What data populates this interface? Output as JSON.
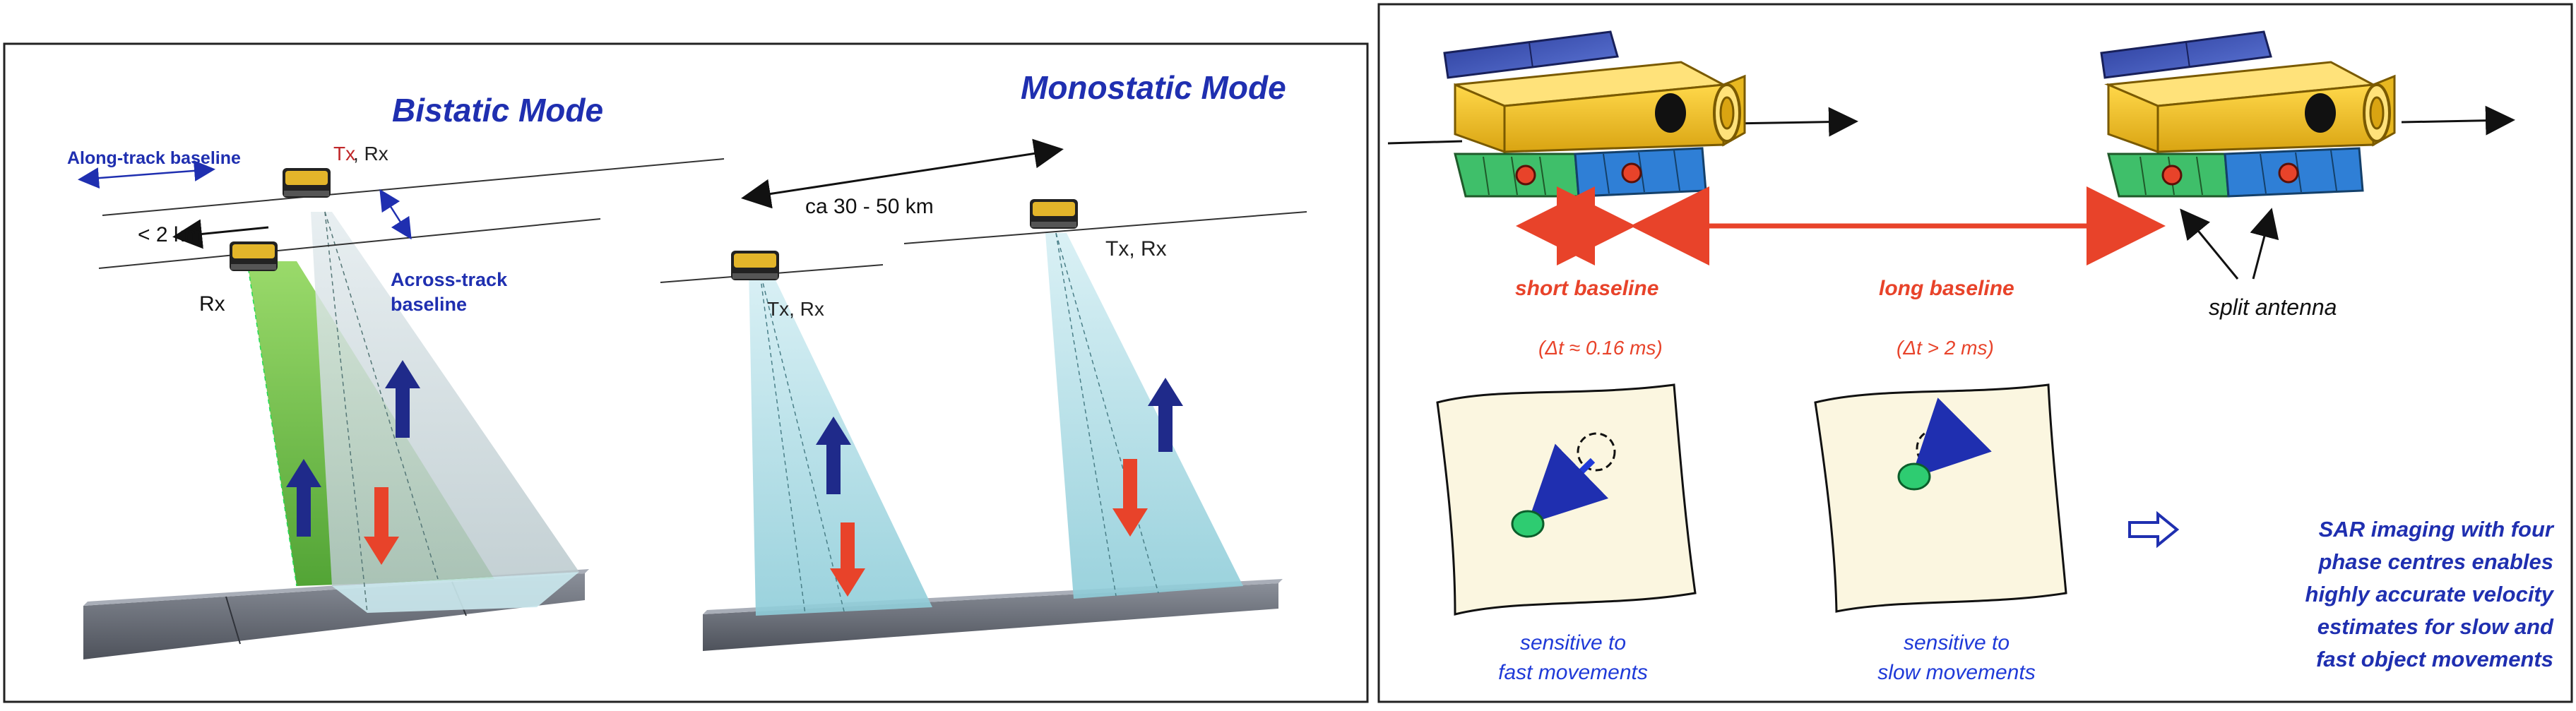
{
  "left_panel": {
    "bistatic_title": "Bistatic Mode",
    "monostatic_title": "Monostatic Mode",
    "along_track_label": "Along-track baseline",
    "across_track_label_1": "Across-track",
    "across_track_label_2": "baseline",
    "tx_label": "Tx",
    "rx_suffix": ", Rx",
    "distance_small": "< 2 km",
    "rx_label": "Rx",
    "distance_large": "ca 30 - 50 km",
    "txrx_left": "Tx, Rx",
    "txrx_right": "Tx, Rx"
  },
  "right_panel": {
    "short_baseline_label": "short baseline",
    "short_baseline_dt": "(Δt ≈ 0.16 ms)",
    "long_baseline_label": "long baseline",
    "long_baseline_dt": "(Δt > 2 ms)",
    "split_antenna_label": "split antenna",
    "fast_caption_1": "sensitive to",
    "fast_caption_2": "fast movements",
    "slow_caption_1": "sensitive to",
    "slow_caption_2": "slow movements",
    "conclusion_lines": [
      "SAR imaging with four",
      "phase centres enables",
      "highly accurate velocity",
      "estimates for slow and",
      "fast object movements"
    ]
  },
  "colors": {
    "title_blue": "#1f2fb0",
    "accent_red": "#e8432a",
    "satellite_gold": "#f0c21a",
    "antenna_green": "#3fbf6a",
    "antenna_blue": "#2f7fd6",
    "beam_cyan": "#9fd6e0",
    "beam_green": "#5fbf2a",
    "road_gray": "#6a6f7a"
  }
}
